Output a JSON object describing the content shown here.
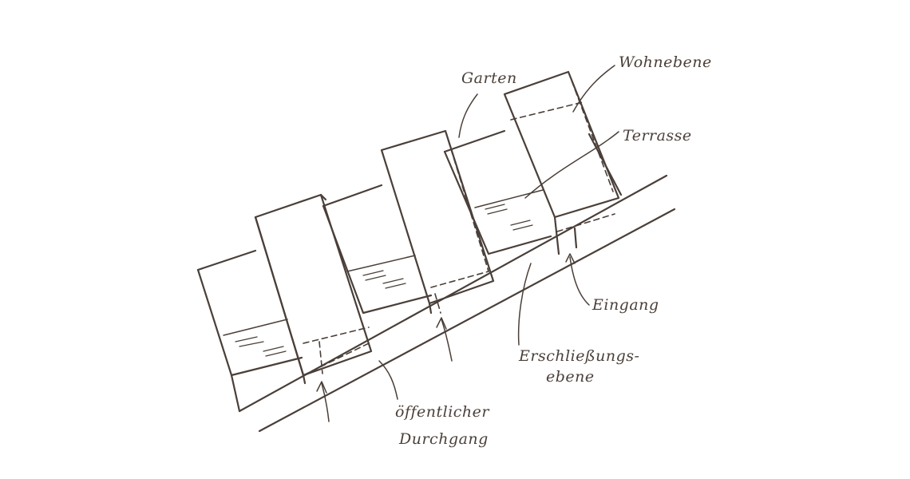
{
  "labels": {
    "garten": "Garten",
    "wohnebene": "Wohnebene",
    "terrasse": "Terrasse",
    "eingang": "Eingang",
    "erschliessung_line1": "Erschließungs-",
    "erschliessung_line2": "ebene",
    "durchgang_line1": "öffentlicher",
    "durchgang_line2": "Durchgang"
  },
  "colors": {
    "ink": "#4a3f39",
    "paper": "#ffffff"
  }
}
